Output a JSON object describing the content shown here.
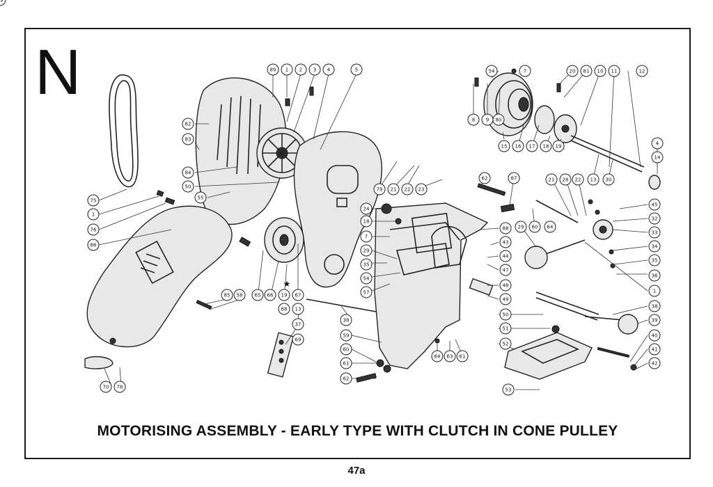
{
  "section_letter": "N",
  "caption": "MOTORISING ASSEMBLY - EARLY TYPE WITH CLUTCH IN CONE PULLEY",
  "page_number": "47a",
  "cutoff_text": "",
  "callouts": [
    {
      "n": "75"
    },
    {
      "n": "1"
    },
    {
      "n": "76"
    },
    {
      "n": "86"
    },
    {
      "n": "82"
    },
    {
      "n": "83"
    },
    {
      "n": "84"
    },
    {
      "n": "50"
    },
    {
      "n": "55"
    },
    {
      "n": "89"
    },
    {
      "n": "1"
    },
    {
      "n": "2"
    },
    {
      "n": "3"
    },
    {
      "n": "4"
    },
    {
      "n": "5"
    },
    {
      "n": "85"
    },
    {
      "n": "58"
    },
    {
      "n": "65"
    },
    {
      "n": "66"
    },
    {
      "n": "19"
    },
    {
      "n": "67"
    },
    {
      "n": "68"
    },
    {
      "n": "13"
    },
    {
      "n": "37"
    },
    {
      "n": "69"
    },
    {
      "n": "70"
    },
    {
      "n": "78"
    },
    {
      "n": "79"
    },
    {
      "n": "21"
    },
    {
      "n": "22"
    },
    {
      "n": "23"
    },
    {
      "n": "24"
    },
    {
      "n": "18"
    },
    {
      "n": "7"
    },
    {
      "n": "29"
    },
    {
      "n": "35"
    },
    {
      "n": "54"
    },
    {
      "n": "57"
    },
    {
      "n": "38"
    },
    {
      "n": "59"
    },
    {
      "n": "60"
    },
    {
      "n": "61"
    },
    {
      "n": "62"
    },
    {
      "n": "64"
    },
    {
      "n": "63"
    },
    {
      "n": "61"
    },
    {
      "n": "62"
    },
    {
      "n": "87"
    },
    {
      "n": "88"
    },
    {
      "n": "43"
    },
    {
      "n": "44"
    },
    {
      "n": "47"
    },
    {
      "n": "48"
    },
    {
      "n": "49"
    },
    {
      "n": "50"
    },
    {
      "n": "51"
    },
    {
      "n": "52"
    },
    {
      "n": "53"
    },
    {
      "n": "54"
    },
    {
      "n": "7"
    },
    {
      "n": "8"
    },
    {
      "n": "9"
    },
    {
      "n": "80"
    },
    {
      "n": "15"
    },
    {
      "n": "16"
    },
    {
      "n": "17"
    },
    {
      "n": "18"
    },
    {
      "n": "19"
    },
    {
      "n": "20"
    },
    {
      "n": "81"
    },
    {
      "n": "10"
    },
    {
      "n": "11"
    },
    {
      "n": "12"
    },
    {
      "n": "4"
    },
    {
      "n": "14"
    },
    {
      "n": "13"
    },
    {
      "n": "30"
    },
    {
      "n": "21"
    },
    {
      "n": "28"
    },
    {
      "n": "22"
    },
    {
      "n": "29"
    },
    {
      "n": "60"
    },
    {
      "n": "64"
    },
    {
      "n": "45"
    },
    {
      "n": "32"
    },
    {
      "n": "33"
    },
    {
      "n": "34"
    },
    {
      "n": "35"
    },
    {
      "n": "36"
    },
    {
      "n": "1"
    },
    {
      "n": "38"
    },
    {
      "n": "39"
    },
    {
      "n": "40"
    },
    {
      "n": "41"
    },
    {
      "n": "42"
    },
    {
      "n": "29"
    }
  ]
}
